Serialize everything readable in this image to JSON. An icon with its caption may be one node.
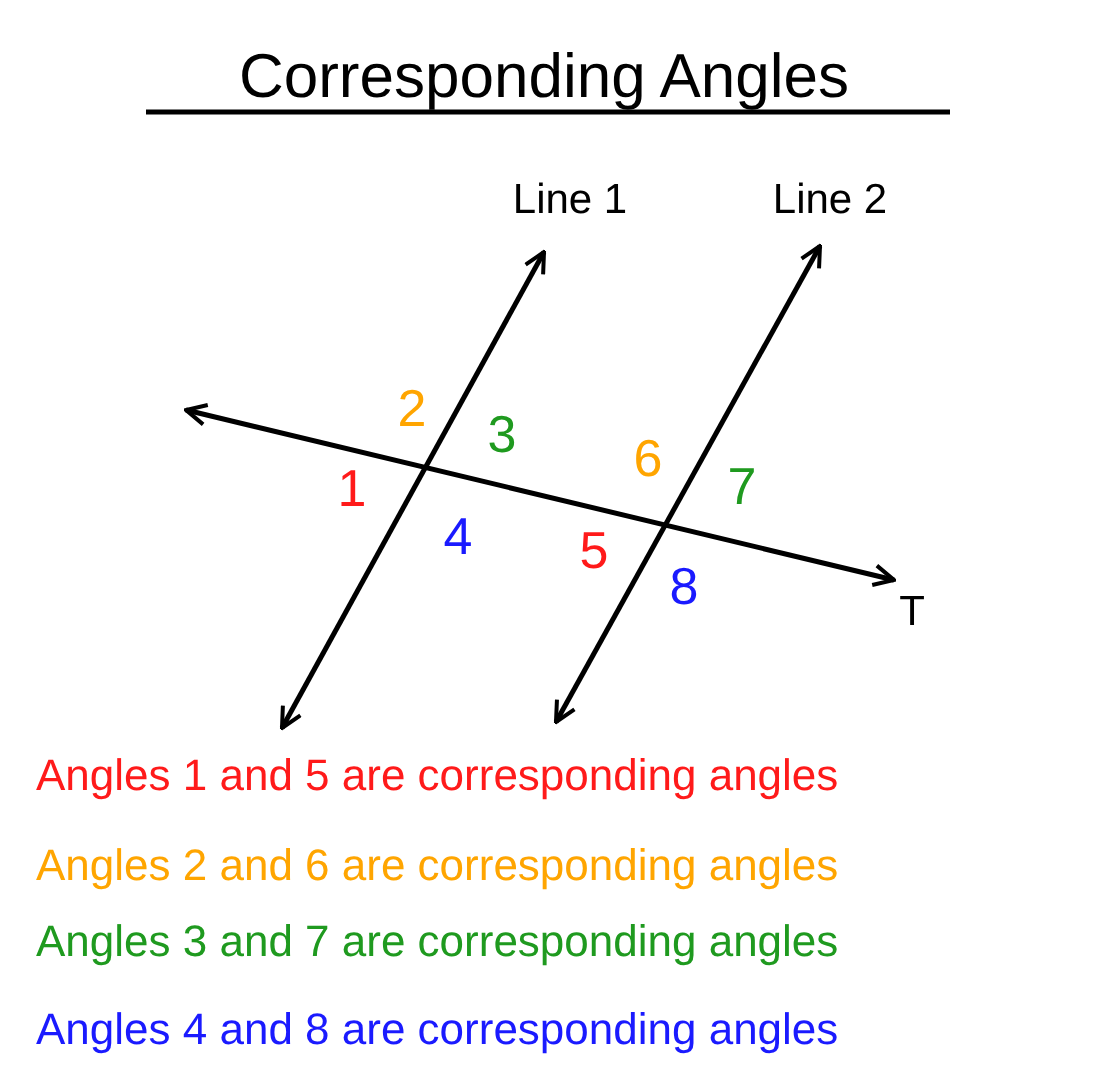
{
  "diagram": {
    "title": "Corresponding Angles",
    "labels": [
      "Line 1",
      "Line 2",
      "2",
      "3",
      "6",
      "7",
      "1",
      "4",
      "5",
      "8",
      "T",
      "Angles 1 and 5 are corresponding angles",
      "Angles 2 and 6 are corresponding angles",
      "Angles 3 and 7 are corresponding angles",
      "Angles 4 and 8 are corresponding angles"
    ]
  }
}
